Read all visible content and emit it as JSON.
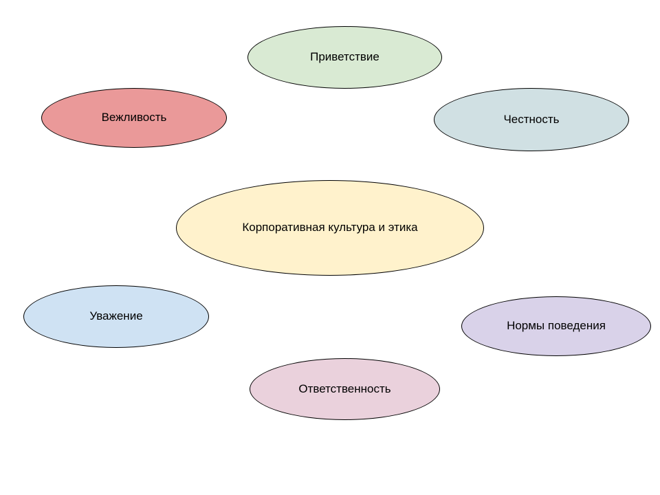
{
  "diagram": {
    "center": {
      "label": "Корпоративная культура и этика",
      "color": "#fff2cc"
    },
    "nodes": {
      "greeting": {
        "label": "Приветствие",
        "color": "#d9ead3"
      },
      "politeness": {
        "label": "Вежливость",
        "color": "#ea9999"
      },
      "honesty": {
        "label": "Честность",
        "color": "#d0e0e3"
      },
      "respect": {
        "label": "Уважение",
        "color": "#cfe2f3"
      },
      "norms": {
        "label": "Нормы поведения",
        "color": "#d9d2e9"
      },
      "responsibility": {
        "label": "Ответственность",
        "color": "#ead1dc"
      }
    }
  }
}
